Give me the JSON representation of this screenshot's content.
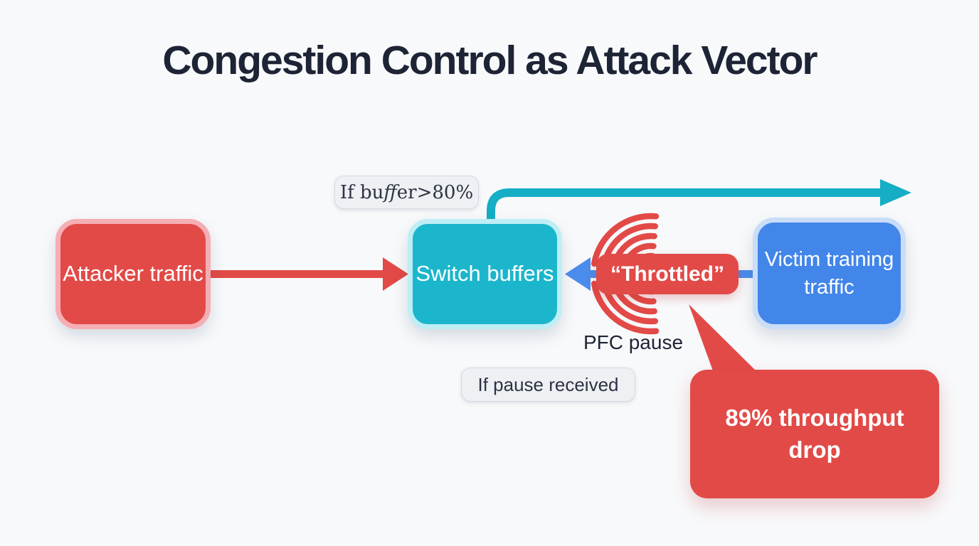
{
  "title": "Congestion Control as Attack Vector",
  "colors": {
    "background": "#f8f9fb",
    "title_text": "#1d2435",
    "red": "#e24a47",
    "red_border": "#f5aeb4",
    "teal": "#1cb6cc",
    "teal_border": "#bfeef5",
    "teal_arrow": "#15aec4",
    "blue": "#4286e9",
    "blue_border": "#c9ddf8",
    "blue_arrow": "#4b8ded",
    "label_bg": "#eef0f4",
    "label_border": "#d7dae1",
    "label_text": "#2c3342",
    "dark_text": "#1d2435",
    "white": "#ffffff"
  },
  "nodes": {
    "attacker": {
      "label": "Attacker traffic"
    },
    "switch": {
      "label": "Switch buffers"
    },
    "victim": {
      "label": "Victim training traffic"
    }
  },
  "labels": {
    "buffer_condition": {
      "pre": "If bu",
      "ff": "ff",
      "post": "er>80%"
    },
    "pause_condition": "If pause received",
    "pfc_pause": "PFC pause",
    "throttled": "“Throttled”",
    "callout": "89% throughput drop"
  }
}
